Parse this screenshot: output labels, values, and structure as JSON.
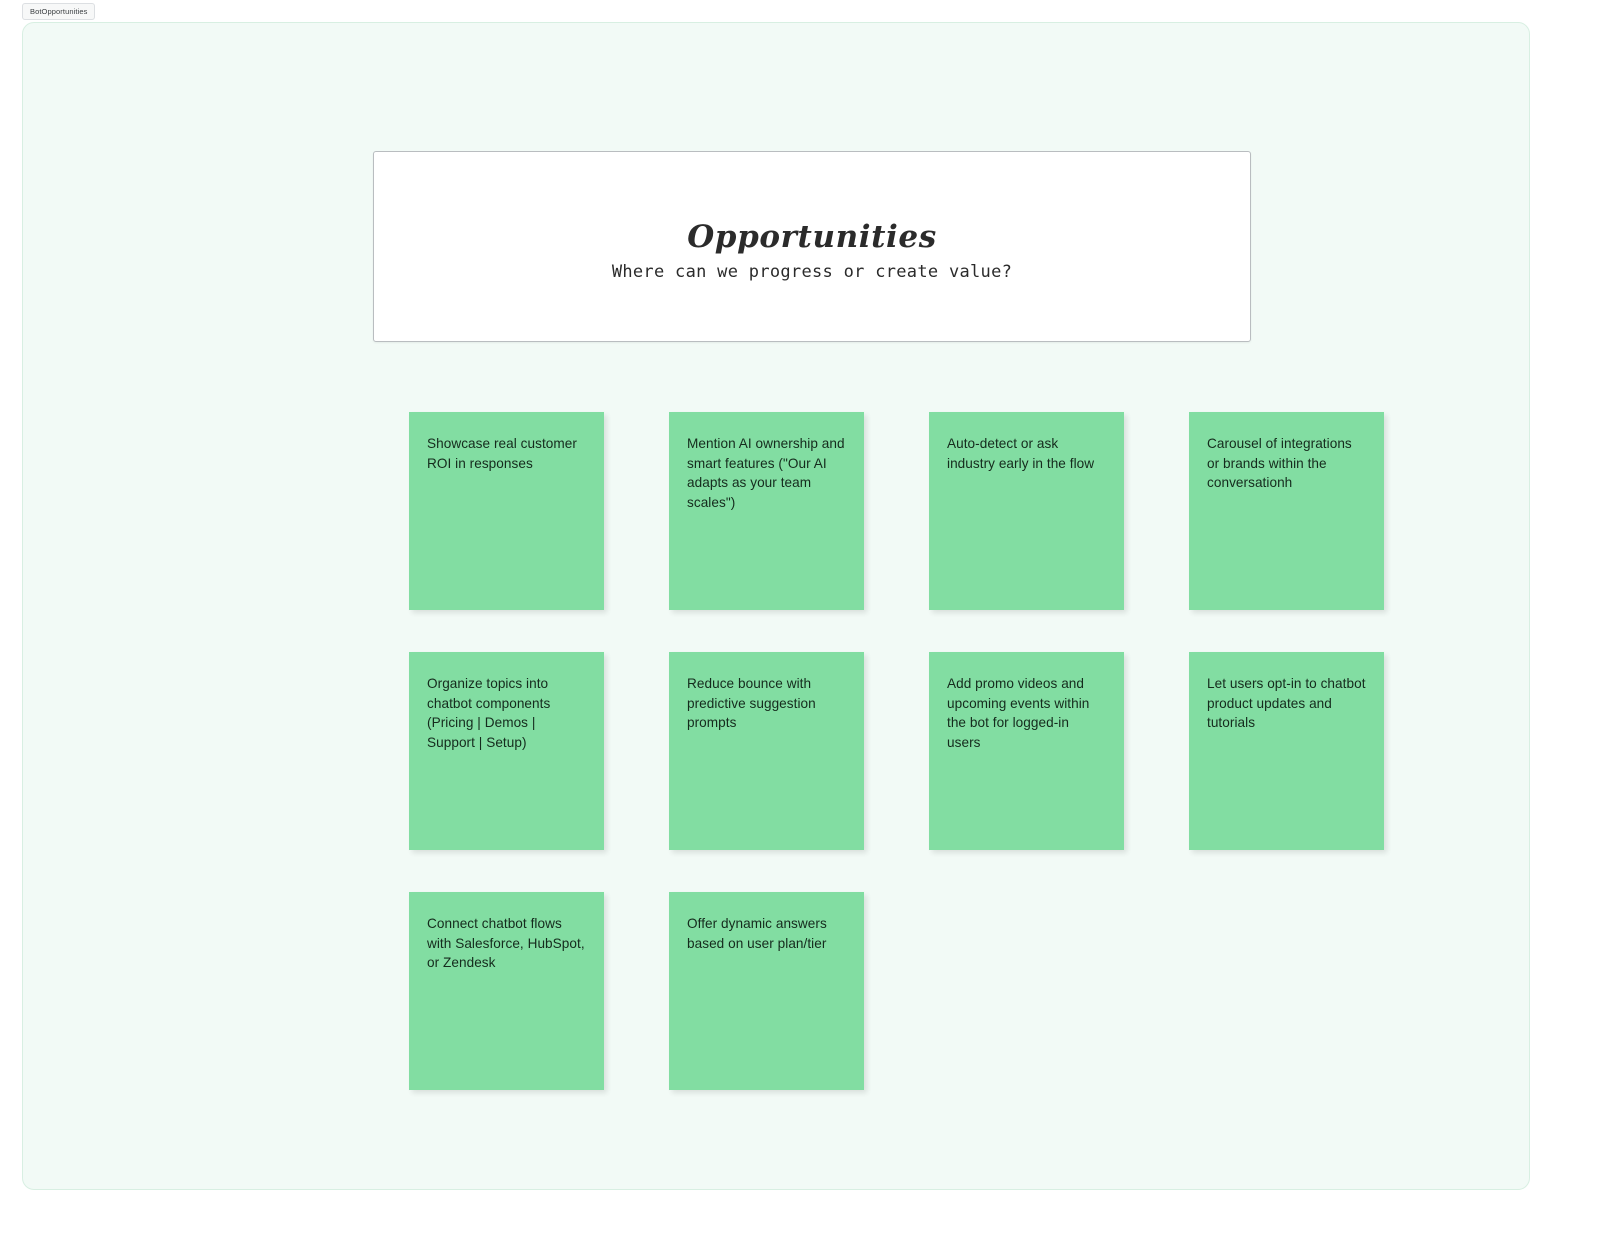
{
  "browser": {
    "tab_label": "BotOpportunities"
  },
  "board": {
    "background_color": "#f2faf6",
    "border_color": "#d8efe2"
  },
  "header": {
    "title": "Opportunities",
    "subtitle": "Where can we progress or create value?"
  },
  "notes": {
    "color": "#82dda2",
    "items": [
      {
        "text": "Showcase real customer ROI in responses"
      },
      {
        "text": "Mention AI ownership and smart features (\"Our AI adapts as your team scales\")"
      },
      {
        "text": "Auto-detect or ask industry early in the flow"
      },
      {
        "text": "Carousel of integrations or brands within the conversationh"
      },
      {
        "text": "Organize topics into chatbot components (Pricing | Demos | Support | Setup)"
      },
      {
        "text": "Reduce bounce with predictive suggestion prompts"
      },
      {
        "text": "Add promo videos and upcoming events within the bot for logged-in users"
      },
      {
        "text": "Let users opt-in to chatbot product updates and tutorials"
      },
      {
        "text": "Connect chatbot flows with Salesforce, HubSpot, or Zendesk"
      },
      {
        "text": "Offer dynamic answers based on user plan/tier"
      }
    ]
  }
}
